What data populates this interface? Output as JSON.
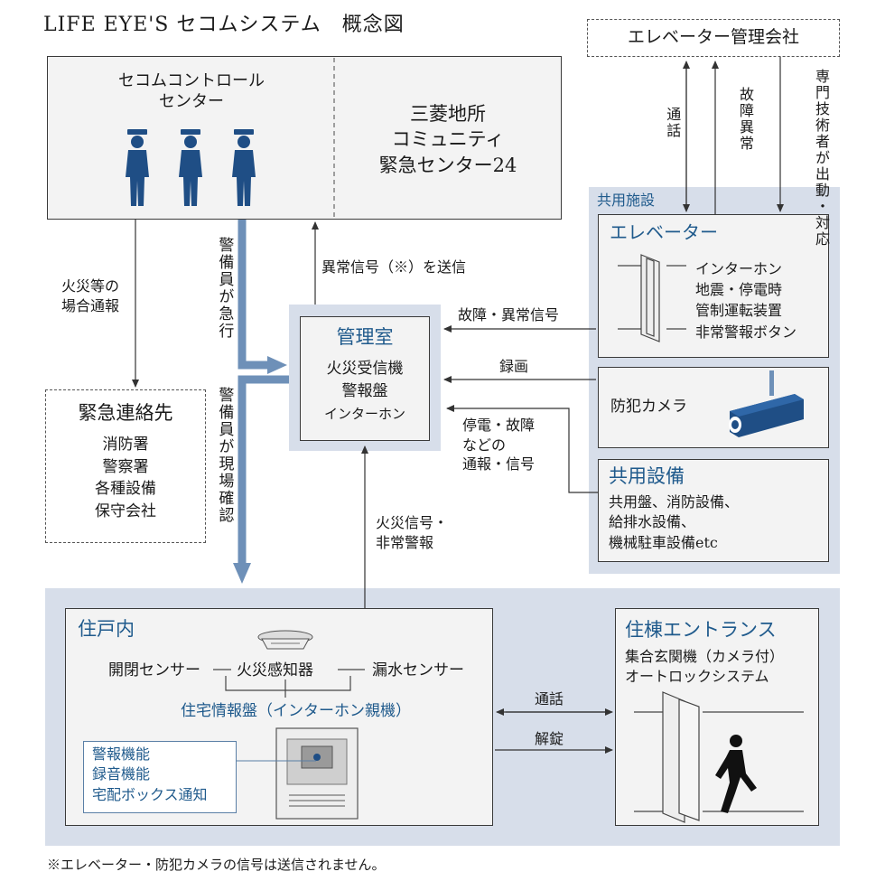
{
  "title": "LIFE EYE'S セコムシステム　概念図",
  "secom_center": {
    "line1": "セコムコントロール",
    "line2": "センター"
  },
  "mitsubishi_center": {
    "line1": "三菱地所",
    "line2": "コミュニティ",
    "line3": "緊急センター24"
  },
  "elevator_company": "エレベーター管理会社",
  "shared_facilities": {
    "label": "共用施設",
    "elevator": {
      "title": "エレベーター",
      "items": [
        "インターホン",
        "地震・停電時",
        "管制運転装置",
        "非常警報ボタン"
      ]
    },
    "camera": "防犯カメラ",
    "equipment": {
      "title": "共用設備",
      "items": [
        "共用盤、消防設備、",
        "給排水設備、",
        "機械駐車設備etc"
      ]
    }
  },
  "control_room": {
    "title": "管理室",
    "items": [
      "火災受信機",
      "警報盤",
      "インターホン"
    ]
  },
  "emergency_contacts": {
    "title": "緊急連絡先",
    "items": [
      "消防署",
      "警察署",
      "各種設備",
      "保守会社"
    ]
  },
  "dwelling": {
    "title": "住戸内",
    "sensors": [
      "開閉センサー",
      "火災感知器",
      "漏水センサー"
    ],
    "panel": "住宅情報盤（インターホン親機）",
    "functions": [
      "警報機能",
      "録音機能",
      "宅配ボックス通知"
    ]
  },
  "entrance": {
    "title": "住棟エントランス",
    "items": [
      "集合玄関機（カメラ付）",
      "オートロックシステム"
    ]
  },
  "labels": {
    "fire_report": [
      "火災等の",
      "場合通報"
    ],
    "guard_rush": "警備員が急行",
    "guard_confirm": "警備員が現場確認",
    "abnormal_signal": "異常信号（※）を送信",
    "fault_signal": "故障・異常信号",
    "recording": "録画",
    "outage_report": [
      "停電・故障",
      "などの",
      "通報・信号"
    ],
    "fire_alarm": [
      "火災信号・",
      "非常警報"
    ],
    "call_top": "通話",
    "fault_top": "故障異常",
    "technician": "専門技術者が出動・対応",
    "call": "通話",
    "unlock": "解錠"
  },
  "footnote": "※エレベーター・防犯カメラの信号は送信されません。",
  "colors": {
    "zone": "#d7deea",
    "accent": "#1f5a8c",
    "arrow_blue": "#6e90b8",
    "box": "#f3f3f3"
  }
}
